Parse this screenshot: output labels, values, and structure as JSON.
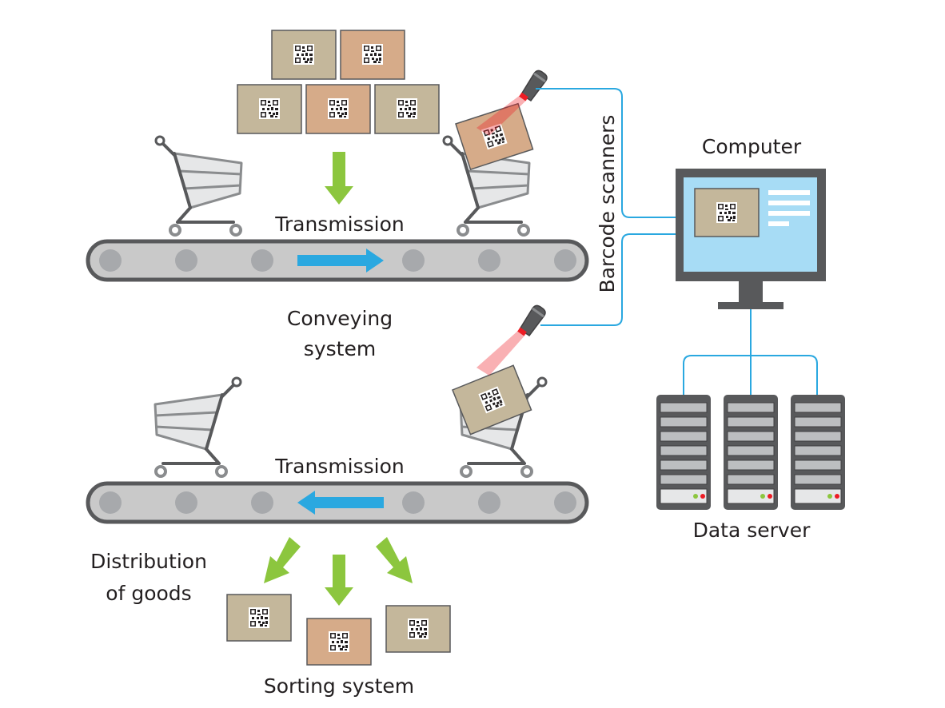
{
  "labels": {
    "transmission_top": "Transmission",
    "transmission_bottom": "Transmission",
    "conveying_line1": "Conveying",
    "conveying_line2": "system",
    "barcode_scanners": "Barcode scanners",
    "computer": "Computer",
    "data_server": "Data server",
    "distribution_line1": "Distribution",
    "distribution_line2": "of goods",
    "sorting_system": "Sorting system"
  },
  "colors": {
    "belt_fill": "#c9c9c9",
    "belt_outline": "#58595b",
    "roller": "#a7a9ac",
    "direction_arrow": "#2aa8e0",
    "flow_arrow": "#8cc63e",
    "box_tan": "#c4b79b",
    "box_peach": "#d6ab89",
    "cable": "#2aa8e0",
    "monitor_frame": "#58595b",
    "screen": "#a7dcf5",
    "server_body": "#58595b",
    "scanner_beam": "#ed1c24"
  },
  "icons": [
    "shopping-cart-icon",
    "barcode-scanner-icon",
    "qr-code-icon",
    "monitor-icon",
    "server-rack-icon"
  ]
}
